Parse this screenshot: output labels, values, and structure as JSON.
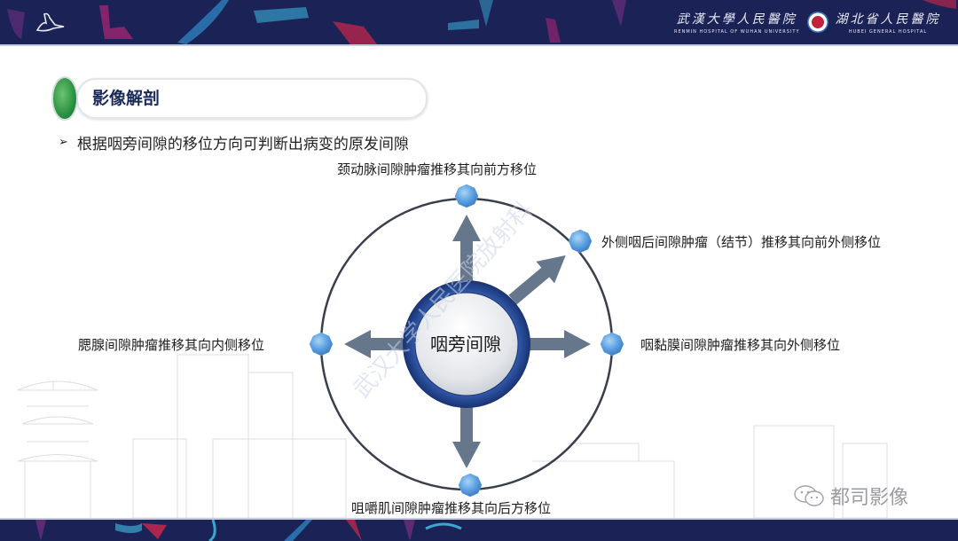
{
  "header": {
    "left_logo": "crane-logo",
    "hospital_logo": {
      "cn_left": "武漢大學人民醫院",
      "en_left": "RENMIN HOSPITAL OF WUHAN UNIVERSITY",
      "cn_right": "湖北省人民醫院",
      "en_right": "HUBEI   GENERAL   HOSPITAL"
    },
    "bar_color": "#1b2356"
  },
  "section": {
    "title": "影像解剖",
    "accent_color": "#2a9b44"
  },
  "bullet": {
    "marker": "➢",
    "text": "根据咽旁间隙的移位方向可判断出病变的原发间隙"
  },
  "diagram": {
    "center": "咽旁间隙",
    "ring_color": "#2b4f9e",
    "arrow_color": "#66778c",
    "node_color": "#5b9fe0",
    "outer_circle_color": "#3a3f4d",
    "nodes": [
      {
        "position": "top",
        "label": "颈动脉间隙肿瘤推移其向前方移位"
      },
      {
        "position": "upper-right",
        "label": "外侧咽后间隙肿瘤（结节）推移其向前外侧移位"
      },
      {
        "position": "right",
        "label": "咽黏膜间隙肿瘤推移其向外侧移位"
      },
      {
        "position": "left",
        "label": "腮腺间隙肿瘤推移其向内侧移位"
      },
      {
        "position": "bottom",
        "label": "咀嚼肌间隙肿瘤推移其向后方移位"
      }
    ]
  },
  "watermark": {
    "diagonal_text": "武汉大学人民医院放射科",
    "footer_icon": "wechat-icon",
    "footer_text": "都司影像"
  }
}
